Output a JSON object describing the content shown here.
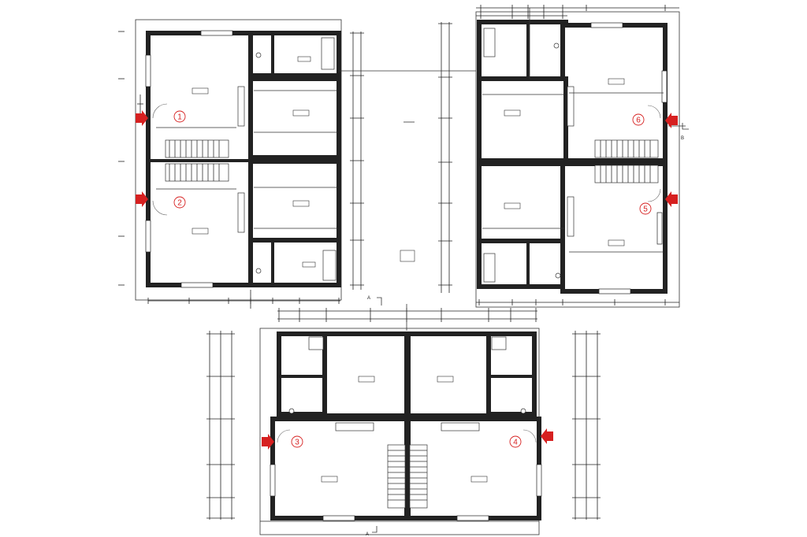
{
  "units": [
    {
      "id": "unit-1",
      "number": "1"
    },
    {
      "id": "unit-2",
      "number": "2"
    },
    {
      "id": "unit-3",
      "number": "3"
    },
    {
      "id": "unit-4",
      "number": "4"
    },
    {
      "id": "unit-5",
      "number": "5"
    },
    {
      "id": "unit-6",
      "number": "6"
    }
  ],
  "section_markers": {
    "a_top": "A",
    "a_bottom": "A",
    "b_right": "B"
  },
  "colors": {
    "wall": "#222222",
    "entrance_arrow": "#d62020",
    "unit_number": "#d62020"
  }
}
